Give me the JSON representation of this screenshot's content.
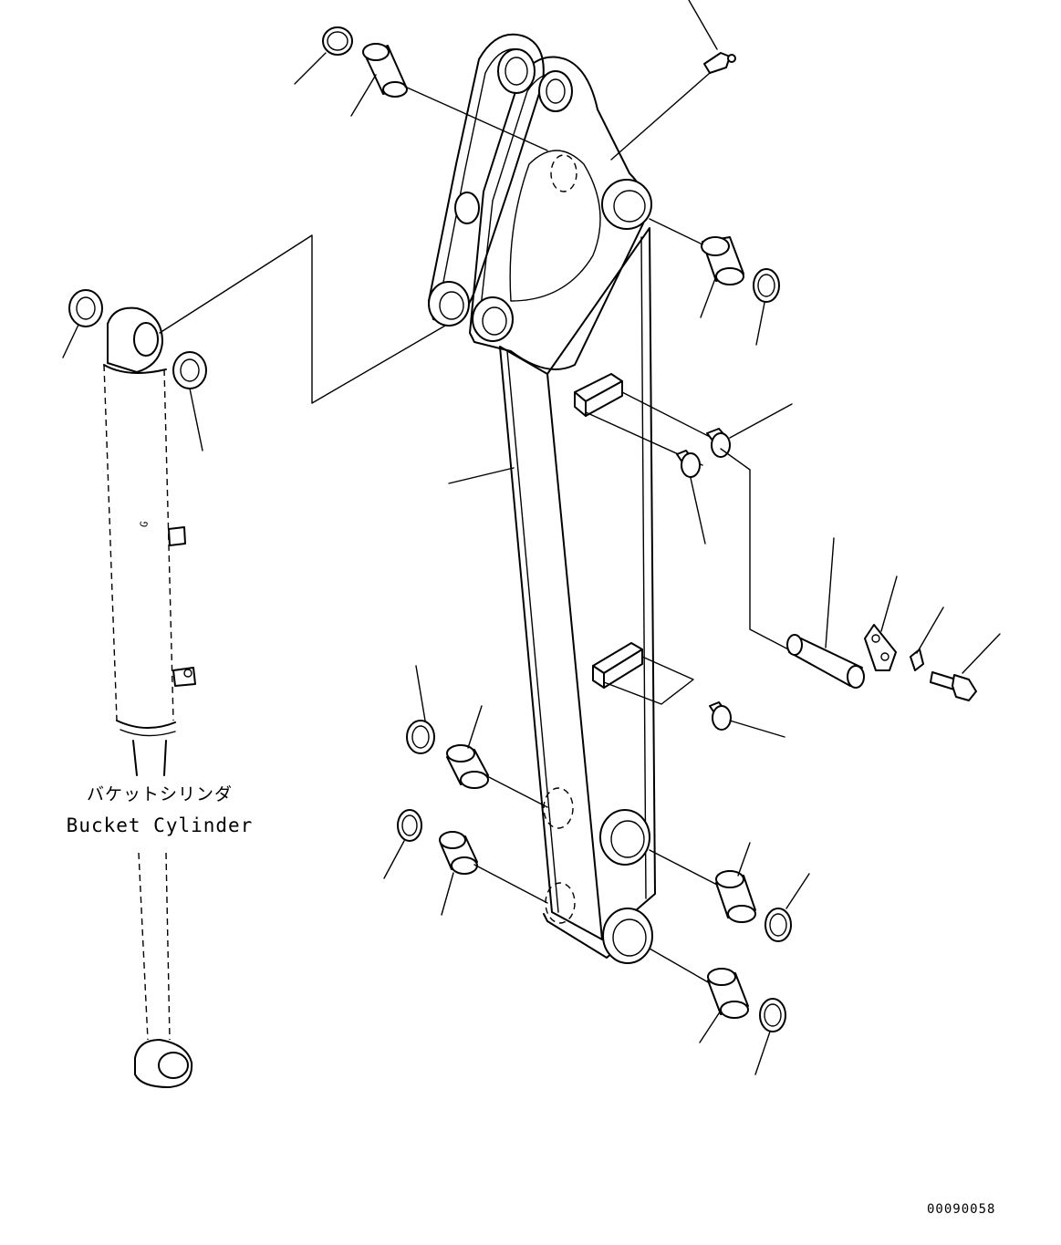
{
  "callout_labels": {
    "cylinder_name_ja": "バケットシリンダ",
    "cylinder_name_en": "Bucket Cylinder"
  },
  "drawing_number": "00090058"
}
